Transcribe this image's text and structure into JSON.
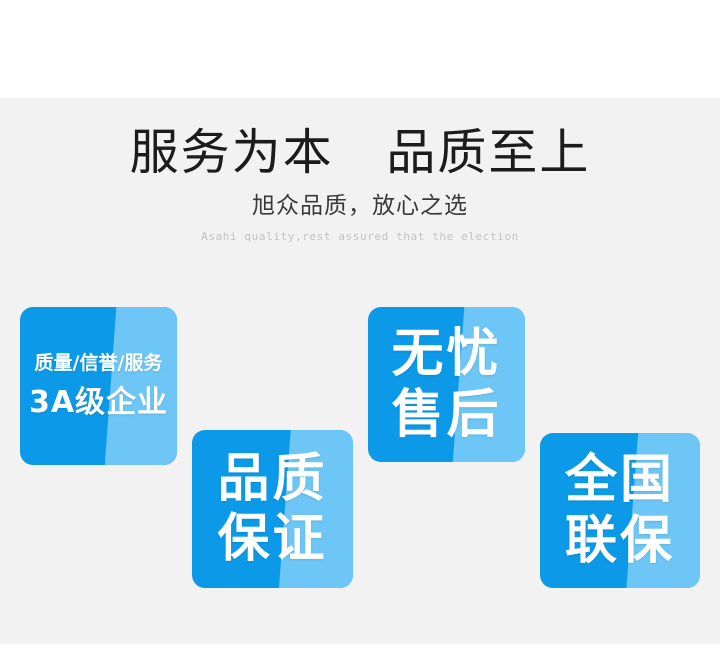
{
  "banner": {
    "background_color": "#f2f2f2",
    "page_color": "#ffffff",
    "accent_blue": "#0c9ae8",
    "accent_blue_light": "#6dc6f5"
  },
  "headline": {
    "main": "服务为本   品质至上",
    "sub": "旭众品质，放心之选",
    "english": "Asahi quality,rest assured that the election"
  },
  "cards": [
    {
      "id": "card-3a-enterprise",
      "line_small": "质量/信誉/服务",
      "line_large": "3A级企业"
    },
    {
      "id": "card-quality-guarantee",
      "line_a": "品质",
      "line_b": "保证"
    },
    {
      "id": "card-worryfree-aftersales",
      "line_a": "无忧",
      "line_b": "售后"
    },
    {
      "id": "card-nationwide-warranty",
      "line_a": "全国",
      "line_b": "联保"
    }
  ]
}
